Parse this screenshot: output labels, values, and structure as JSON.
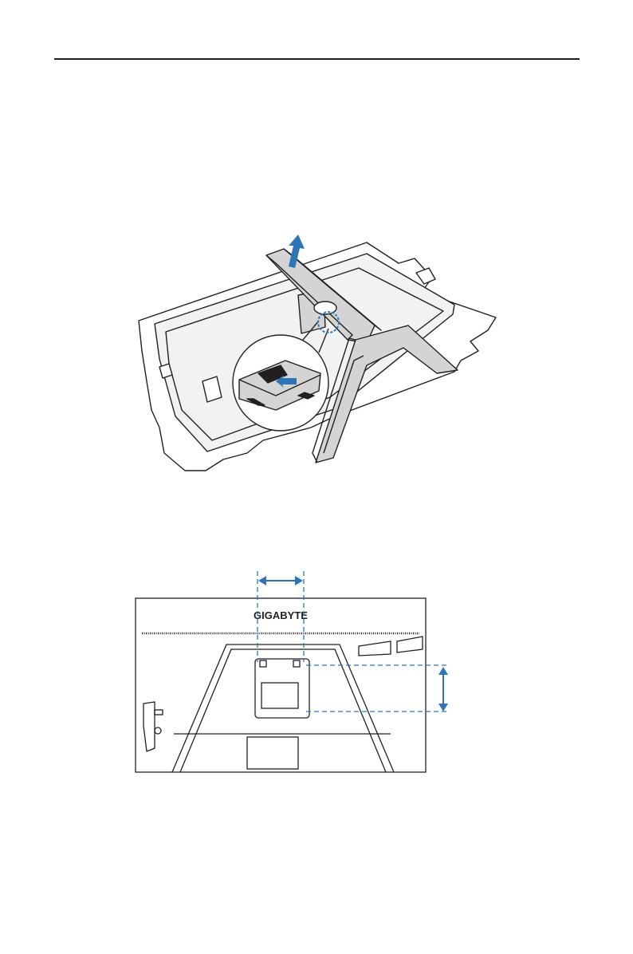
{
  "page": {
    "figures": [
      {
        "id": "stand-removal"
      },
      {
        "id": "vesa-mount"
      }
    ]
  },
  "monitor": {
    "brand_logo": "GIGABYTE"
  },
  "colors": {
    "line": "#231f20",
    "accent": "#2e75b6",
    "stand_fill": "#d4d4d4",
    "panel_fill": "#f2f2f2"
  },
  "icons": [
    "lift-arrow-icon",
    "push-arrow-icon",
    "horizontal-dimension-arrow-icon",
    "vertical-dimension-arrow-icon"
  ]
}
